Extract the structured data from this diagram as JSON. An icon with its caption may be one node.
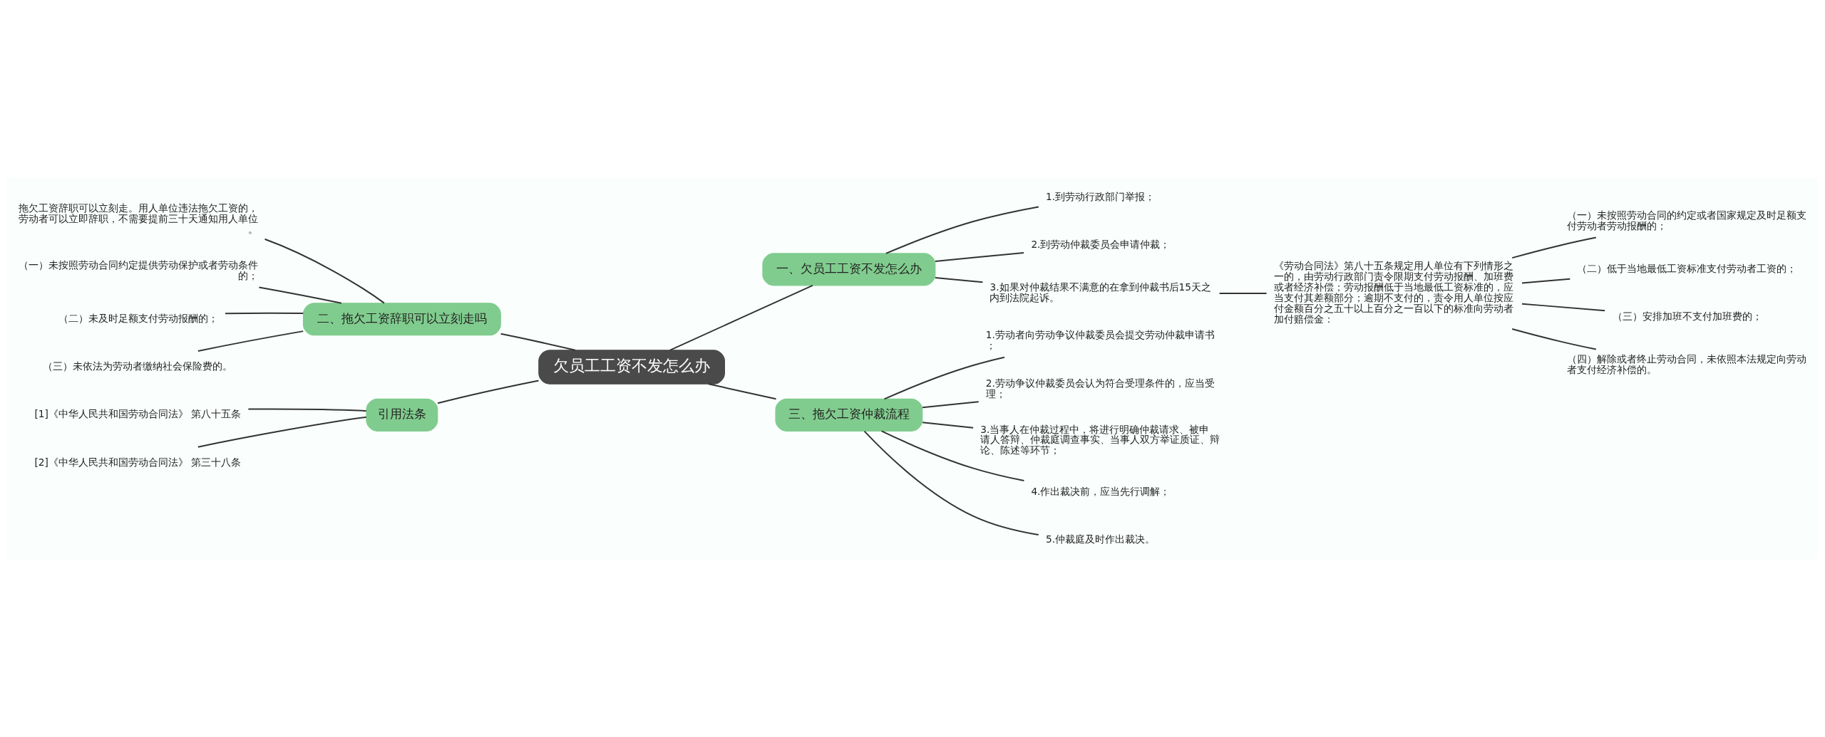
{
  "diagram": {
    "nodes": [
      {
        "text": [
          "欠员工工资不发怎么办"
        ]
      },
      {
        "text": [
          "一、欠员工工资不发怎么办"
        ]
      },
      {
        "text": [
          "1.到劳动行政部门举报；"
        ]
      },
      {
        "text": [
          "2.到劳动仲裁委员会申请仲裁；"
        ]
      },
      {
        "text": [
          "3.如果对仲裁结果不满意的在拿到仲裁书后15天之内到法院起诉。"
        ]
      },
      {
        "text": [
          "《劳动合同法》第八十五条规定用人单位有下列情形之一的，由劳动行政部门责令限期支付劳动报酬、加班费或者经济补偿；劳动报酬低于当地最低工资标准的，应当支付其差额部分；逾期不支付的，责令用人单位按应付金额百分之五十以上百分之一百以下的标准向劳动者加付赔偿金："
        ]
      },
      {
        "text": [
          "（一）未按照劳动合同的约定或者国家规定及时足额支付劳动者劳动报酬的；"
        ]
      },
      {
        "text": [
          "（二）低于当地最低工资标准支付劳动者工资的；"
        ]
      },
      {
        "text": [
          "（三）安排加班不支付加班费的；"
        ]
      },
      {
        "text": [
          "（四）解除或者终止劳动合同，未依照本法规定向劳动者支付经济补偿的。"
        ]
      },
      {
        "text": [
          "三、拖欠工资仲裁流程"
        ]
      },
      {
        "text": [
          "1.劳动者向劳动争议仲裁委员会提交劳动仲裁申请书；"
        ]
      },
      {
        "text": [
          "2.劳动争议仲裁委员会认为符合受理条件的，应当受理；"
        ]
      },
      {
        "text": [
          "3.当事人在仲裁过程中，将进行明确仲裁请求、被申请人答辩、仲裁庭调查事实、当事人双方举证质证、辩论、陈述等环节；"
        ]
      },
      {
        "text": [
          "4.作出裁决前，应当先行调解；"
        ]
      },
      {
        "text": [
          "5.仲裁庭及时作出裁决。"
        ]
      },
      {
        "text": [
          "二、拖欠工资辞职可以立刻走吗"
        ]
      },
      {
        "text": [
          "拖欠工资辞职可以立刻走。用人单位违法拖欠工资的，劳动者可以立即辞职，不需要提前三十天通知用人单位。"
        ]
      },
      {
        "text": [
          "（一）未按照劳动合同约定提供劳动保护或者劳动条件的；"
        ]
      },
      {
        "text": [
          "（二）未及时足额支付劳动报酬的；"
        ]
      },
      {
        "text": [
          "（三）未依法为劳动者缴纳社会保险费的。"
        ]
      },
      {
        "text": [
          "引用法条"
        ]
      },
      {
        "text": [
          "[1]《中华人民共和国劳动合同法》 第八十五条"
        ]
      },
      {
        "text": [
          "[2]《中华人民共和国劳动合同法》 第三十八条"
        ]
      }
    ],
    "edges": [
      {
        "from": 0,
        "to": 1,
        "arrow": "none"
      },
      {
        "from": 1,
        "to": 2,
        "arrow": "none"
      },
      {
        "from": 1,
        "to": 3,
        "arrow": "none"
      },
      {
        "from": 1,
        "to": 4,
        "arrow": "none"
      },
      {
        "from": 4,
        "to": 5,
        "arrow": "none"
      },
      {
        "from": 5,
        "to": 6,
        "arrow": "none"
      },
      {
        "from": 5,
        "to": 7,
        "arrow": "none"
      },
      {
        "from": 5,
        "to": 8,
        "arrow": "none"
      },
      {
        "from": 5,
        "to": 9,
        "arrow": "none"
      },
      {
        "from": 0,
        "to": 10,
        "arrow": "none"
      },
      {
        "from": 10,
        "to": 11,
        "arrow": "none"
      },
      {
        "from": 10,
        "to": 12,
        "arrow": "none"
      },
      {
        "from": 10,
        "to": 13,
        "arrow": "none"
      },
      {
        "from": 10,
        "to": 14,
        "arrow": "none"
      },
      {
        "from": 10,
        "to": 15,
        "arrow": "none"
      },
      {
        "from": 0,
        "to": 16,
        "arrow": "none"
      },
      {
        "from": 16,
        "to": 17,
        "arrow": "none"
      },
      {
        "from": 16,
        "to": 18,
        "arrow": "none"
      },
      {
        "from": 16,
        "to": 19,
        "arrow": "none"
      },
      {
        "from": 16,
        "to": 20,
        "arrow": "none"
      },
      {
        "from": 0,
        "to": 21,
        "arrow": "none"
      },
      {
        "from": 21,
        "to": 22,
        "arrow": "none"
      },
      {
        "from": 21,
        "to": 23,
        "arrow": "none"
      }
    ]
  }
}
